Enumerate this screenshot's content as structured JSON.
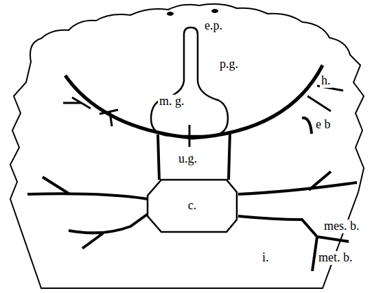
{
  "diagram": {
    "nodes": [
      {
        "text": [
          "m. g."
        ]
      },
      {
        "text": [
          "c."
        ]
      }
    ],
    "labels": [
      "e.p.",
      "p.g.",
      "h.",
      "u.g.",
      "e b",
      "mes. b.",
      "i.",
      "met. b."
    ]
  }
}
